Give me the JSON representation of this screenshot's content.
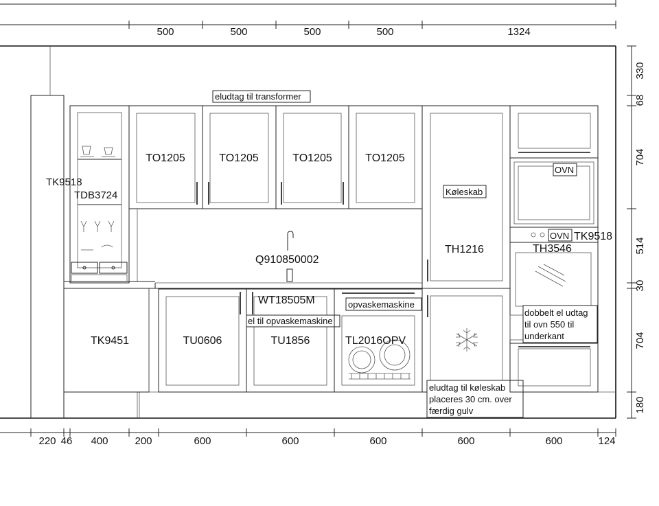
{
  "dimensions": {
    "top": [
      "500",
      "500",
      "500",
      "500",
      "1324"
    ],
    "bottom": [
      "220",
      "46",
      "400",
      "200",
      "600",
      "600",
      "600",
      "600",
      "600",
      "124"
    ],
    "right": [
      "330",
      "68",
      "704",
      "514",
      "30",
      "704",
      "180"
    ]
  },
  "units": {
    "tall_left": "TK9518",
    "glass_cabinet": "TDB3724",
    "wall_1": "TO1205",
    "wall_2": "TO1205",
    "wall_3": "TO1205",
    "wall_4": "TO1205",
    "fridge_unit": "TH1216",
    "fridge_tag": "Køleskab",
    "oven_tag_top": "OVN",
    "oven_tag_mid": "OVN",
    "tall_right": "TK9518",
    "oven_housing": "TH3546",
    "tap": "Q910850002",
    "base_filler": "TK9451",
    "base_1": "TU0606",
    "base_2": "TU1856",
    "sink_label": "WT18505M",
    "dishwasher": "TL2016OPV"
  },
  "notes": {
    "transformer": "eludtag til transformer",
    "dishwasher_tag": "opvaskemaskine",
    "dishwasher_outlet": "el til opvaskemaskine",
    "oven_outlet": [
      "dobbelt el udtag",
      "til ovn 550 til",
      "underkant"
    ],
    "fridge_outlet": [
      "eludtag til køleskab",
      "placeres 30 cm. over",
      "færdig gulv"
    ]
  },
  "icons": {
    "freezer": "snowflake-icon",
    "oven_knobs": "knob-icon"
  }
}
